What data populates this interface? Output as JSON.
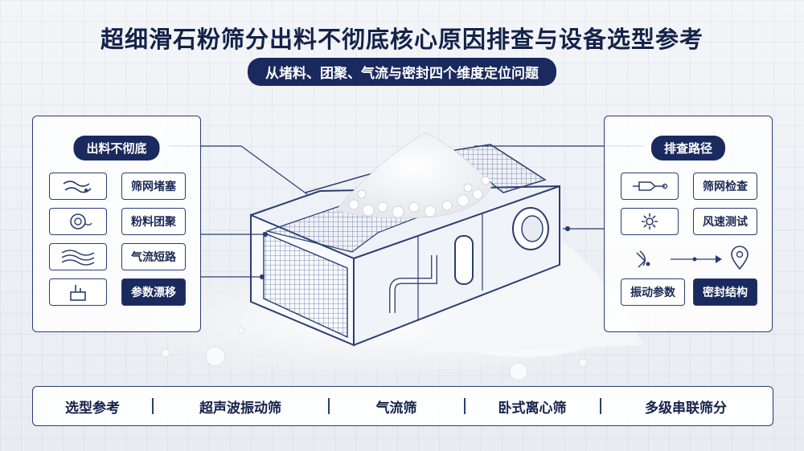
{
  "title": "超细滑石粉筛分出料不彻底核心原因排查与设备选型参考",
  "subtitle": "从堵料、团聚、气流与密封四个维度定位问题",
  "left_panel": {
    "header": "出料不彻底",
    "items": [
      {
        "icon": "mesh-blockage-icon",
        "label": "筛网堵塞"
      },
      {
        "icon": "powder-agglomeration-icon",
        "label": "粉料团聚"
      },
      {
        "icon": "airflow-icon",
        "label": "气流短路"
      },
      {
        "icon": "gauge-panel-icon",
        "label": "参数漂移"
      }
    ]
  },
  "right_panel": {
    "header": "排查路径",
    "items": [
      {
        "icon": "mesh-inspect-icon",
        "label": "筛网检查"
      },
      {
        "icon": "gear-icon",
        "label": "风速测试"
      },
      {
        "icon": "vibration-icon",
        "label": "振动参数"
      },
      {
        "icon": "seal-structure-icon",
        "label": "密封结构"
      }
    ],
    "flow_icons": [
      "vibration-icon",
      "arrow-right-icon",
      "location-pin-icon"
    ]
  },
  "bottom_bar": {
    "label": "选型参考",
    "options": [
      "超声波振动筛",
      "气流筛",
      "卧式离心筛",
      "多级串联筛分"
    ]
  },
  "colors": {
    "navy": "#1a2a5e",
    "outline": "#2b3d72",
    "powder": "#ffffff"
  }
}
